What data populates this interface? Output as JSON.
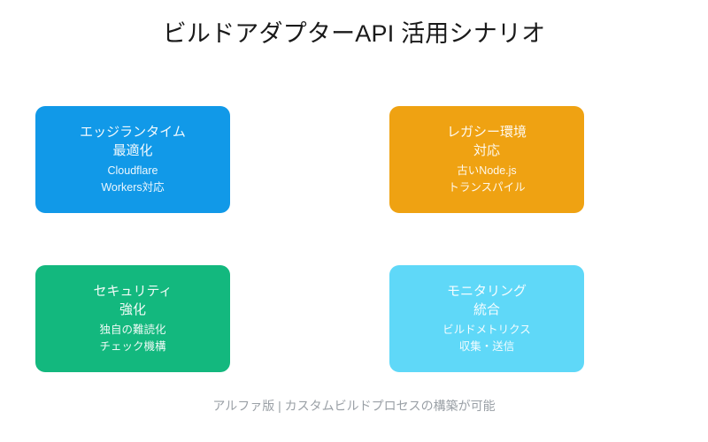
{
  "slide": {
    "title": "ビルドアダプターAPI 活用シナリオ",
    "footer": "アルファ版 | カスタムビルドプロセスの構築が可能",
    "background_color": "#ffffff",
    "title_color": "#1a1a1a",
    "footer_color": "#9aa0a6"
  },
  "cards": [
    {
      "title": "エッジランタイム\n最適化",
      "subtitle": "Cloudflare\nWorkers対応",
      "color": "#1199e8"
    },
    {
      "title": "レガシー環境\n対応",
      "subtitle": "古いNode.js\nトランスパイル",
      "color": "#efa212"
    },
    {
      "title": "セキュリティ\n強化",
      "subtitle": "独自の難読化\nチェック機構",
      "color": "#13b87e"
    },
    {
      "title": "モニタリング\n統合",
      "subtitle": "ビルドメトリクス\n収集・送信",
      "color": "#5fd8f8"
    }
  ]
}
